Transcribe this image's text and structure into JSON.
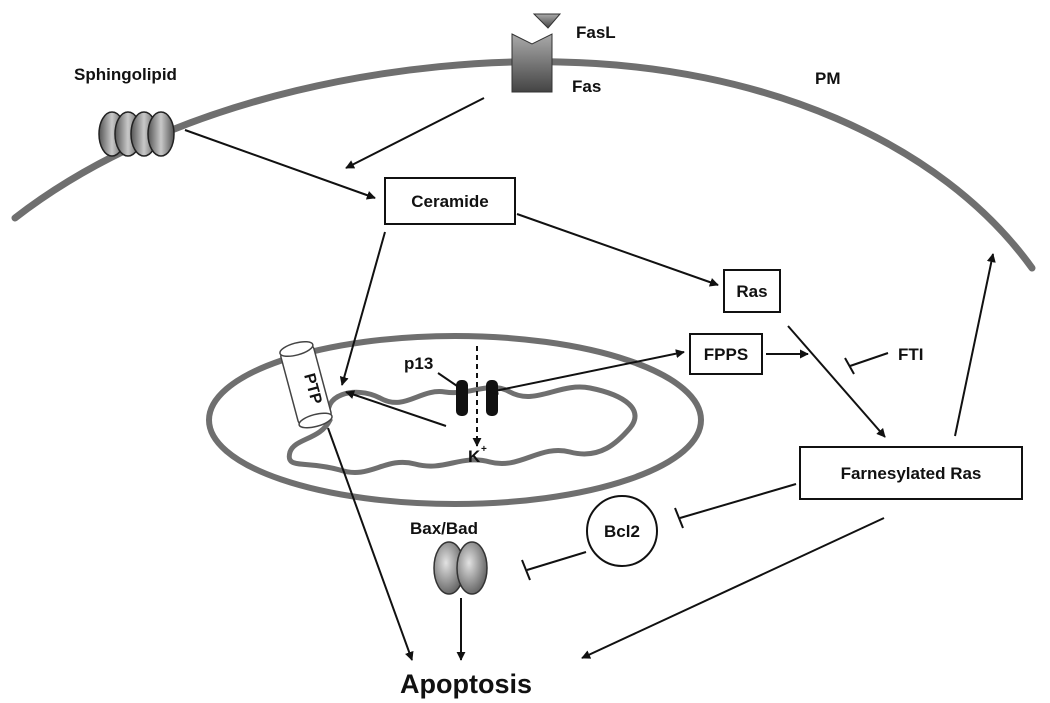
{
  "labels": {
    "fasl": "FasL",
    "fas": "Fas",
    "pm": "PM",
    "sphingolipid": "Sphingolipid",
    "ceramide": "Ceramide",
    "ras": "Ras",
    "fpps": "FPPS",
    "fti": "FTI",
    "farnesylated_ras": "Farnesylated Ras",
    "p13": "p13",
    "k": "K",
    "k_superscript": "+",
    "ptp": "PTP",
    "bcl2": "Bcl2",
    "bax_bad": "Bax/Bad",
    "apoptosis": "Apoptosis"
  },
  "colors": {
    "membrane": "#6f6f6f",
    "line": "#111111",
    "background": "#ffffff"
  }
}
